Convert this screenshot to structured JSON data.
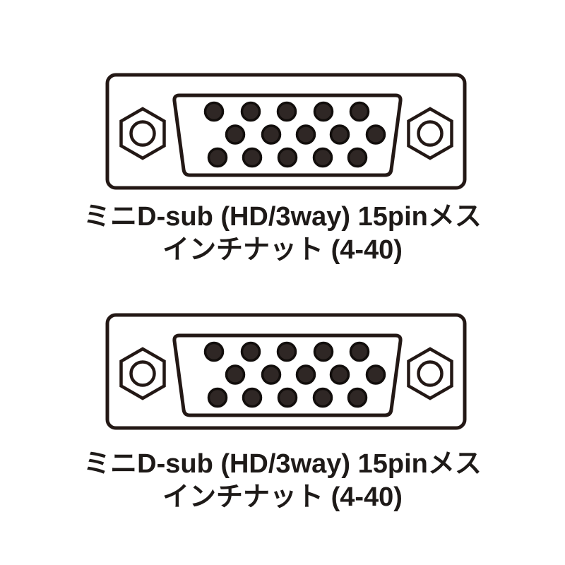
{
  "page": {
    "background": "#ffffff",
    "description_icon": "vga-connector-diagram"
  },
  "colors": {
    "line": "#231815",
    "pin_fill": "#2f2725",
    "pin_stroke": "#120e0c",
    "text": "#1e1a18",
    "body_fill": "#ffffff"
  },
  "connectors": [
    {
      "id": "top",
      "icon": "vga-connector-icon",
      "nut_icon": "hex-nut-icon",
      "pin_icon": "pin-hole-icon",
      "pin_count": 15,
      "pin_rows": [
        5,
        5,
        5
      ],
      "label_line1": "ミニD-sub (HD/3way) 15pinメス",
      "label_line2": "インチナット (4-40)"
    },
    {
      "id": "bottom",
      "icon": "vga-connector-icon",
      "nut_icon": "hex-nut-icon",
      "pin_icon": "pin-hole-icon",
      "pin_count": 15,
      "pin_rows": [
        5,
        5,
        5
      ],
      "label_line1": "ミニD-sub (HD/3way) 15pinメス",
      "label_line2": "インチナット (4-40)"
    }
  ]
}
